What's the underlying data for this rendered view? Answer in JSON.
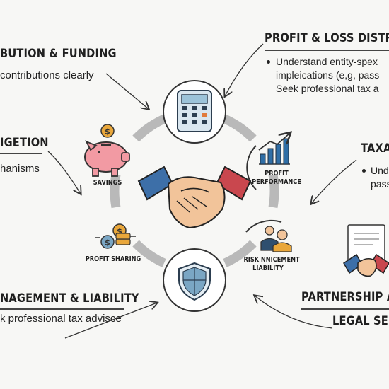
{
  "left_panels": {
    "contribution": {
      "heading": "BUTION & FUNDING",
      "text": "contributions clearly"
    },
    "mitigation": {
      "heading": "IGETION",
      "text": "hanisms"
    },
    "management": {
      "heading": "NAGEMENT & LIABILITY",
      "text": "k professional tax advisce"
    }
  },
  "right_panels": {
    "profit_loss": {
      "heading": "PROFIT & LOSS DISTRIB",
      "bullet1_line1": "Understand entity-spex",
      "bullet1_line2": "impleications (e,g, pass",
      "line3": "Seek professional tax a"
    },
    "taxation": {
      "heading": "TAXA",
      "bullet1_line1": "Unde",
      "bullet1_line2": "pass"
    },
    "partnership": {
      "heading_line1": "PARTNERSHIP A",
      "heading_line2": "LEGAL SEN"
    }
  },
  "cycle_nodes": {
    "savings": "SAVINGS",
    "profit_performance_line1": "PROFIT",
    "profit_performance_line2": "PERFORMANCE",
    "profit_sharing": "PROFIT SHARING",
    "risk_line1": "RISK NNICEMENT",
    "risk_line2": "LIABILITY"
  },
  "colors": {
    "ring": "#b9b9b9",
    "node_border": "#333333",
    "sleeve_blue": "#3d6fa8",
    "sleeve_red": "#c9474e",
    "skin": "#f2c49a",
    "piggy": "#f29aa3",
    "coin": "#e9a73b",
    "chart_blue": "#2f6ea6",
    "shield": "#7aa6c4"
  },
  "icons": [
    "calculator-icon",
    "piggy-bank-icon",
    "bar-chart-icon",
    "handshake-icon",
    "coins-icon",
    "people-icon",
    "shield-icon",
    "arrow-icon"
  ]
}
